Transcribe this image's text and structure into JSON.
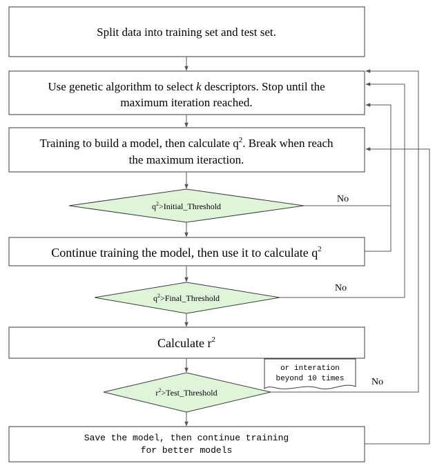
{
  "steps": {
    "split": "Split data into training set and test set.",
    "ga_line1_a": "Use genetic algorithm to select ",
    "ga_k": "k",
    "ga_line1_b": " descriptors. Stop until the",
    "ga_line2": "maximum iteration reached.",
    "train_line1_a": "Training to build a model, then calculate q",
    "train_line1_sup": "2",
    "train_line1_b": ". Break when reach",
    "train_line2": "the maximum iteraction.",
    "continue_a": "Continue training the model, then use it to calculate q",
    "continue_sup": "2",
    "calc_r_a": "Calculate r",
    "calc_r_sup": "2",
    "save_line1": "Save the model, then continue training",
    "save_line2": "for better models"
  },
  "decisions": {
    "initial_a": "q",
    "initial_sup": "2",
    "initial_b": ">Initial_Threshold",
    "final_a": "q",
    "final_sup": "2",
    "final_b": ">Final_Threshold",
    "test_a": "r",
    "test_sup": "2",
    "test_b": ">Test_Threshold"
  },
  "labels": {
    "no_1": "No",
    "no_2": "No",
    "no_3": "No"
  },
  "note": {
    "line1": "or interation",
    "line2": "beyond 10 times"
  },
  "colors": {
    "decision_fill": "#dff5d9",
    "stroke": "#3a3a3a"
  }
}
